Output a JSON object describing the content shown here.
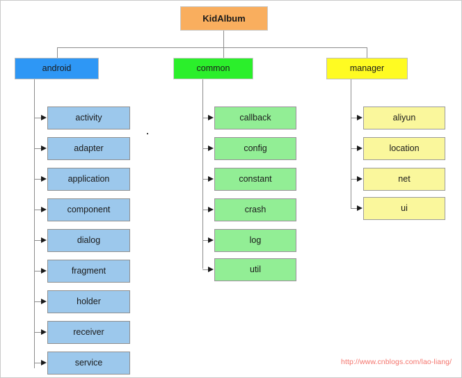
{
  "diagram": {
    "title": "KidAlbum",
    "watermark": "http://www.cnblogs.com/lao-liang/",
    "colors": {
      "root": "#F9AE5E",
      "android": "#2E97F5",
      "common": "#2BEF2B",
      "manager": "#FFFB22",
      "android_child": "#9CC8EC",
      "common_child": "#92EE95",
      "manager_child": "#FAF79C",
      "connector": "#8C8C8C",
      "watermark": "#F4736B"
    },
    "root": {
      "label": "KidAlbum"
    },
    "branches": [
      {
        "label": "android",
        "children": [
          {
            "label": "activity"
          },
          {
            "label": "adapter"
          },
          {
            "label": "application"
          },
          {
            "label": "component"
          },
          {
            "label": "dialog"
          },
          {
            "label": "fragment"
          },
          {
            "label": "holder"
          },
          {
            "label": "receiver"
          },
          {
            "label": "service"
          }
        ]
      },
      {
        "label": "common",
        "children": [
          {
            "label": "callback"
          },
          {
            "label": "config"
          },
          {
            "label": "constant"
          },
          {
            "label": "crash"
          },
          {
            "label": "log"
          },
          {
            "label": "util"
          }
        ]
      },
      {
        "label": "manager",
        "children": [
          {
            "label": "aliyun"
          },
          {
            "label": "location"
          },
          {
            "label": "net"
          },
          {
            "label": "ui"
          }
        ]
      }
    ]
  }
}
